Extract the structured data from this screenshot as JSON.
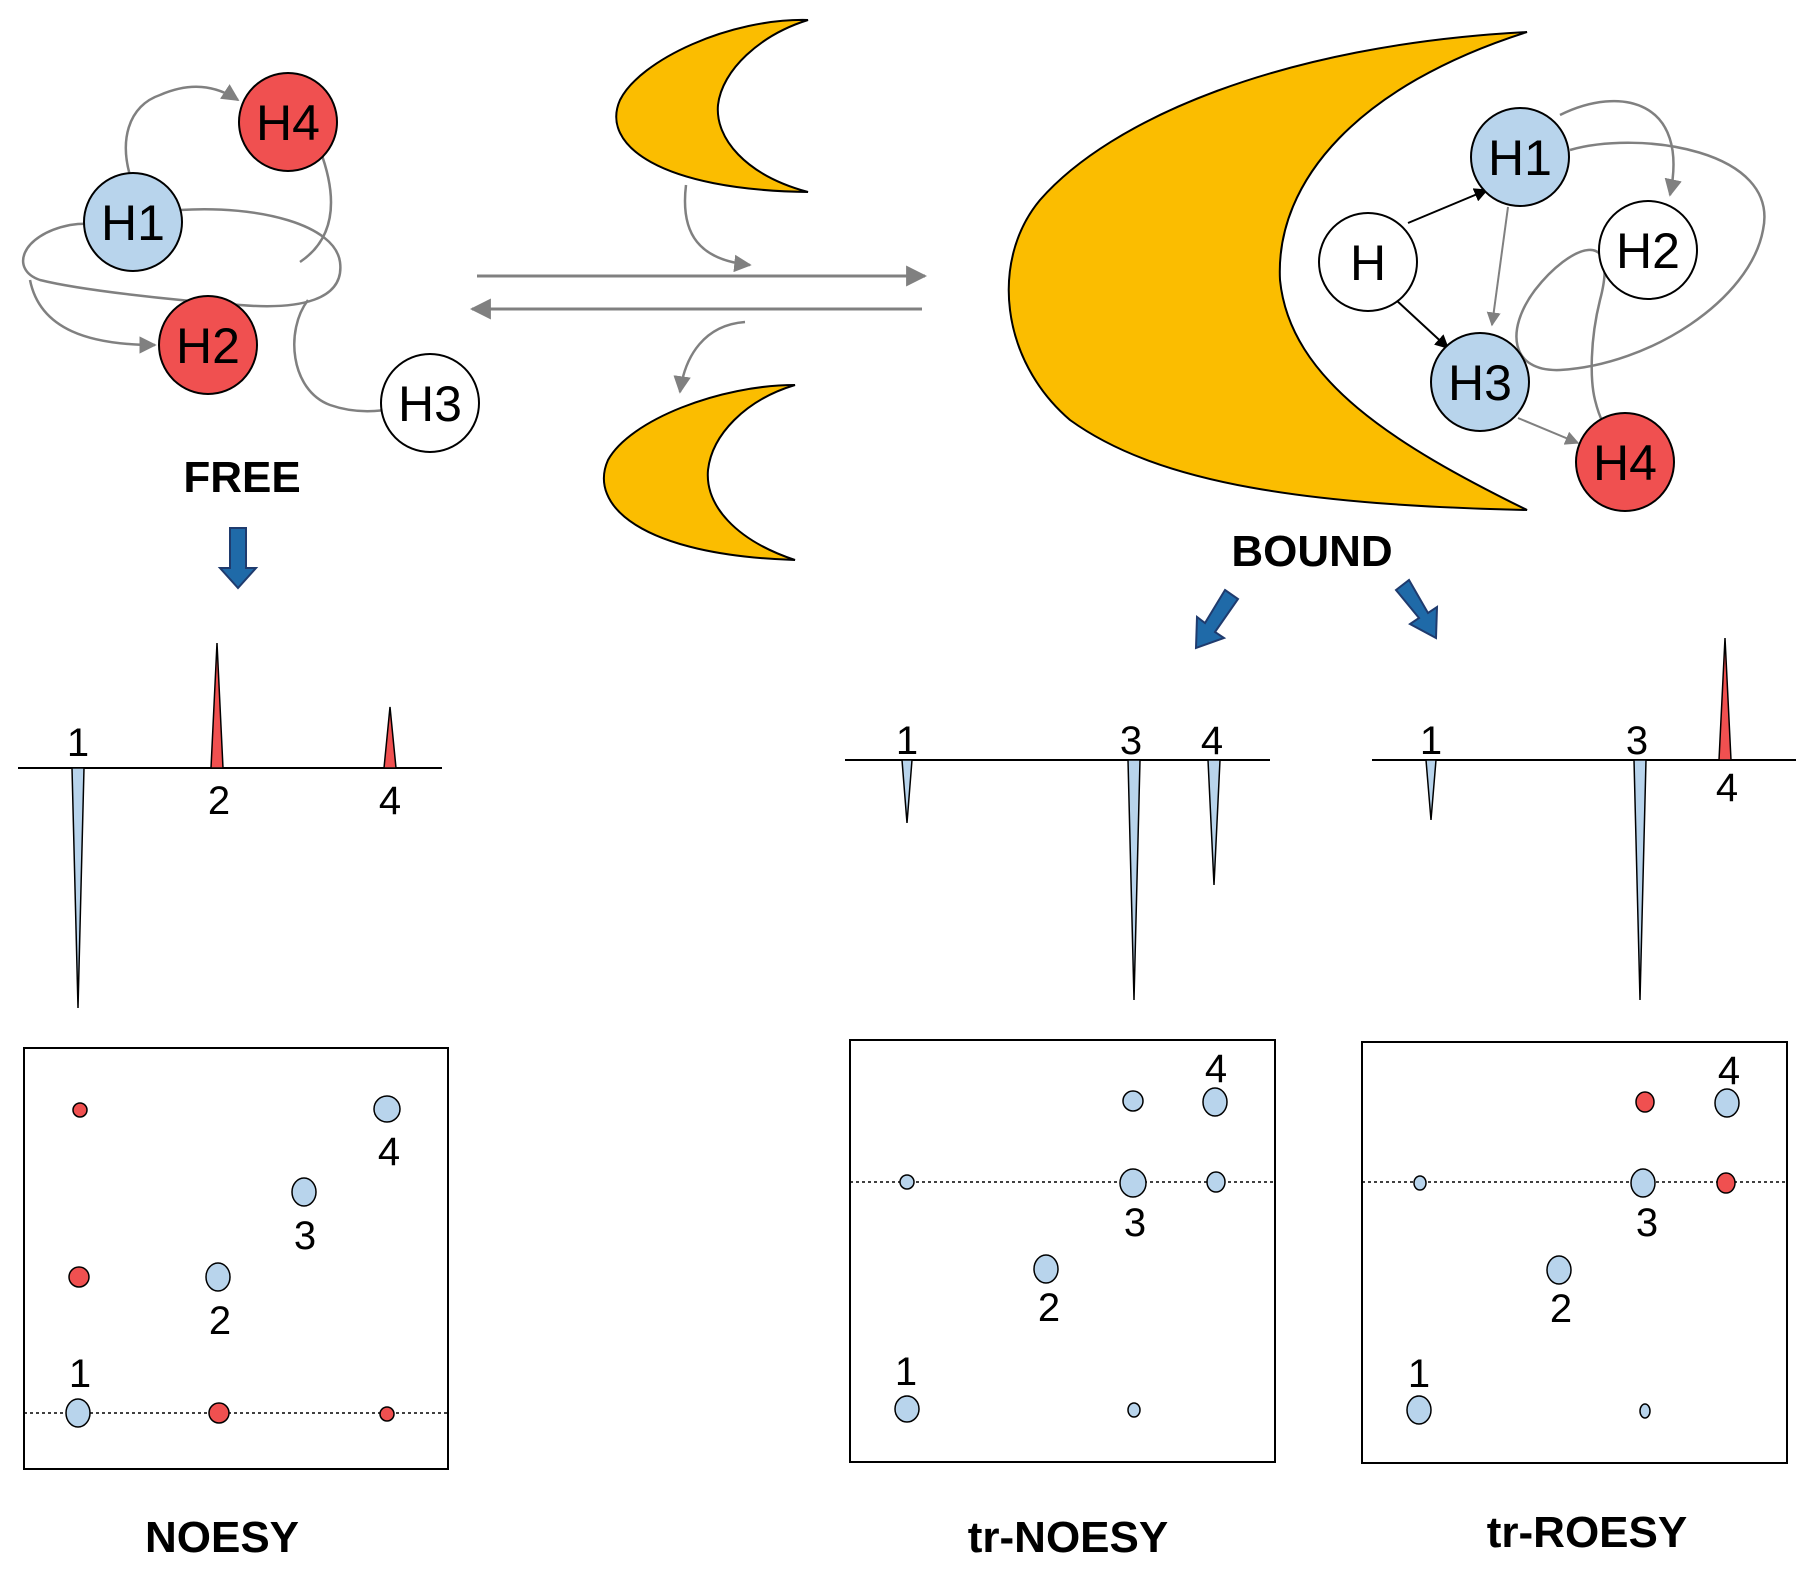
{
  "colors": {
    "red": "#f05050",
    "blue": "#b8d4ec",
    "white": "#ffffff",
    "gold": "#fbbd00",
    "arrow_blue": "#1f6aa8",
    "gray": "#808080",
    "dark_blue": "#1f3b6e"
  },
  "free": {
    "title": "FREE",
    "nodes": {
      "H4": "H4",
      "H1": "H1",
      "H2": "H2",
      "H3": "H3"
    }
  },
  "bound": {
    "title": "BOUND",
    "nodes": {
      "H": "H",
      "H1": "H1",
      "H2": "H2",
      "H3": "H3",
      "H4": "H4"
    }
  },
  "spectra": {
    "noesy": {
      "title": "NOESY",
      "peaks": [
        {
          "label": "1",
          "sign": "negative",
          "intensity": 1.0
        },
        {
          "label": "2",
          "sign": "positive",
          "intensity": 0.55
        },
        {
          "label": "4",
          "sign": "positive",
          "intensity": 0.27
        }
      ],
      "cross_peaks": [
        {
          "color": "red",
          "size": "small"
        },
        {
          "color": "blue",
          "size": "large",
          "label": "4"
        },
        {
          "color": "blue",
          "size": "large",
          "label": "3"
        },
        {
          "color": "red",
          "size": "medium"
        },
        {
          "color": "blue",
          "size": "large",
          "label": "2"
        },
        {
          "color": "blue",
          "size": "large",
          "label": "1"
        },
        {
          "color": "red",
          "size": "medium"
        },
        {
          "color": "red",
          "size": "small"
        }
      ]
    },
    "tr_noesy": {
      "title": "tr-NOESY",
      "peaks": [
        {
          "label": "1",
          "sign": "negative",
          "intensity": 0.2
        },
        {
          "label": "3",
          "sign": "negative",
          "intensity": 1.0
        },
        {
          "label": "4",
          "sign": "negative",
          "intensity": 0.5
        }
      ],
      "cross_peaks": [
        {
          "color": "blue",
          "size": "medium"
        },
        {
          "color": "blue",
          "size": "large",
          "label": "4"
        },
        {
          "color": "blue",
          "size": "small"
        },
        {
          "color": "blue",
          "size": "large",
          "label": "3"
        },
        {
          "color": "blue",
          "size": "medium"
        },
        {
          "color": "blue",
          "size": "large",
          "label": "2"
        },
        {
          "color": "blue",
          "size": "large",
          "label": "1"
        },
        {
          "color": "blue",
          "size": "small"
        }
      ]
    },
    "tr_roesy": {
      "title": "tr-ROESY",
      "peaks": [
        {
          "label": "1",
          "sign": "negative",
          "intensity": 0.2
        },
        {
          "label": "3",
          "sign": "negative",
          "intensity": 1.0
        },
        {
          "label": "4",
          "sign": "positive",
          "intensity": 0.45
        }
      ],
      "cross_peaks": [
        {
          "color": "red",
          "size": "medium"
        },
        {
          "color": "blue",
          "size": "large",
          "label": "4"
        },
        {
          "color": "blue",
          "size": "small"
        },
        {
          "color": "blue",
          "size": "large",
          "label": "3"
        },
        {
          "color": "red",
          "size": "medium"
        },
        {
          "color": "blue",
          "size": "large",
          "label": "2"
        },
        {
          "color": "blue",
          "size": "large",
          "label": "1"
        },
        {
          "color": "blue",
          "size": "small"
        }
      ]
    }
  }
}
